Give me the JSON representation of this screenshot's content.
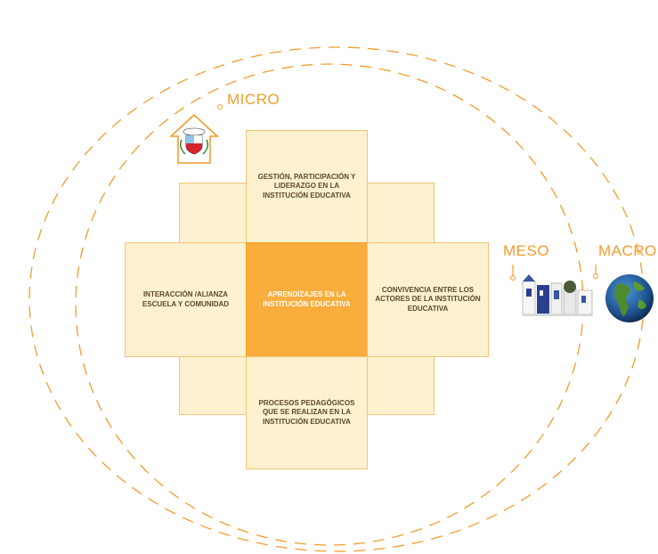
{
  "levels": {
    "micro": "MICRO",
    "meso": "MESO",
    "macro": "MACRO"
  },
  "boxes": {
    "top": "GESTIÓN, PARTICIPACIÓN Y LIDERAZGO EN LA INSTITUCIÓN EDUCATIVA",
    "left": "INTERACCIÓN /ALIANZA ESCUELA Y COMUNIDAD",
    "center": "APRENDIZAJES EN LA INSTITUCIÓN EDUCATIVA",
    "right": "CONVIVENCIA ENTRE LOS ACTORES DE LA INSTITUCIÓN EDUCATIVA",
    "bottom": "PROCESOS PEDAGÓGICOS QUE SE REALIZAN EN LA INSTITUCIÓN EDUCATIVA"
  },
  "colors": {
    "accent": "#f39c2c",
    "center_fill": "#f9ad3d",
    "box_fill": "#fdf1cf",
    "box_border": "#f2c476"
  }
}
